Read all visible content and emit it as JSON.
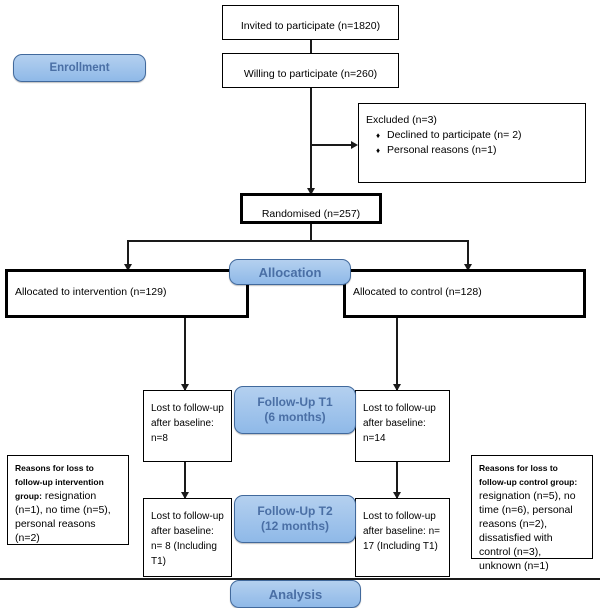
{
  "diagram": {
    "title": "CONSORT participant flow diagram",
    "accent_blue": "#9dc3e6",
    "accent_blue_text": "#4a6fa5",
    "line_color": "#1a1a1a"
  },
  "stages": {
    "enrollment": "Enrollment",
    "allocation": "Allocation",
    "followup_t1_line1": "Follow-Up T1",
    "followup_t1_line2": "(6 months)",
    "followup_t2_line1": "Follow-Up T2",
    "followup_t2_line2": "(12 months)",
    "analysis": "Analysis"
  },
  "nodes": {
    "invited": "Invited to participate  (n=1820)",
    "willing": "Willing to participate  (n=260)",
    "excluded_title": "Excluded  (n=3)",
    "excluded_items": [
      "Declined to participate (n= 2)",
      "Personal reasons (n=1)"
    ],
    "randomised": "Randomised (n=257)",
    "allocated_intervention": "Allocated to intervention (n=129)",
    "allocated_control": "Allocated to control  (n=128)",
    "lost_t1_intervention": "Lost to follow-up after baseline: n=8",
    "lost_t1_control": "Lost to follow-up after baseline: n=14",
    "lost_t2_intervention": "Lost to follow-up after baseline: n= 8 (Including T1)",
    "lost_t2_control": "Lost to follow-up after baseline: n= 17 (Including T1)"
  },
  "reasons_intervention": {
    "heading": "Reasons for loss to follow-up intervention group:",
    "body": "resignation (n=1), no time (n=5), personal reasons (n=2)"
  },
  "reasons_control": {
    "heading": "Reasons for loss to follow-up control group:",
    "body": "resignation (n=5), no time (n=6), personal reasons (n=2), dissatisfied with control (n=3), unknown (n=1)"
  }
}
